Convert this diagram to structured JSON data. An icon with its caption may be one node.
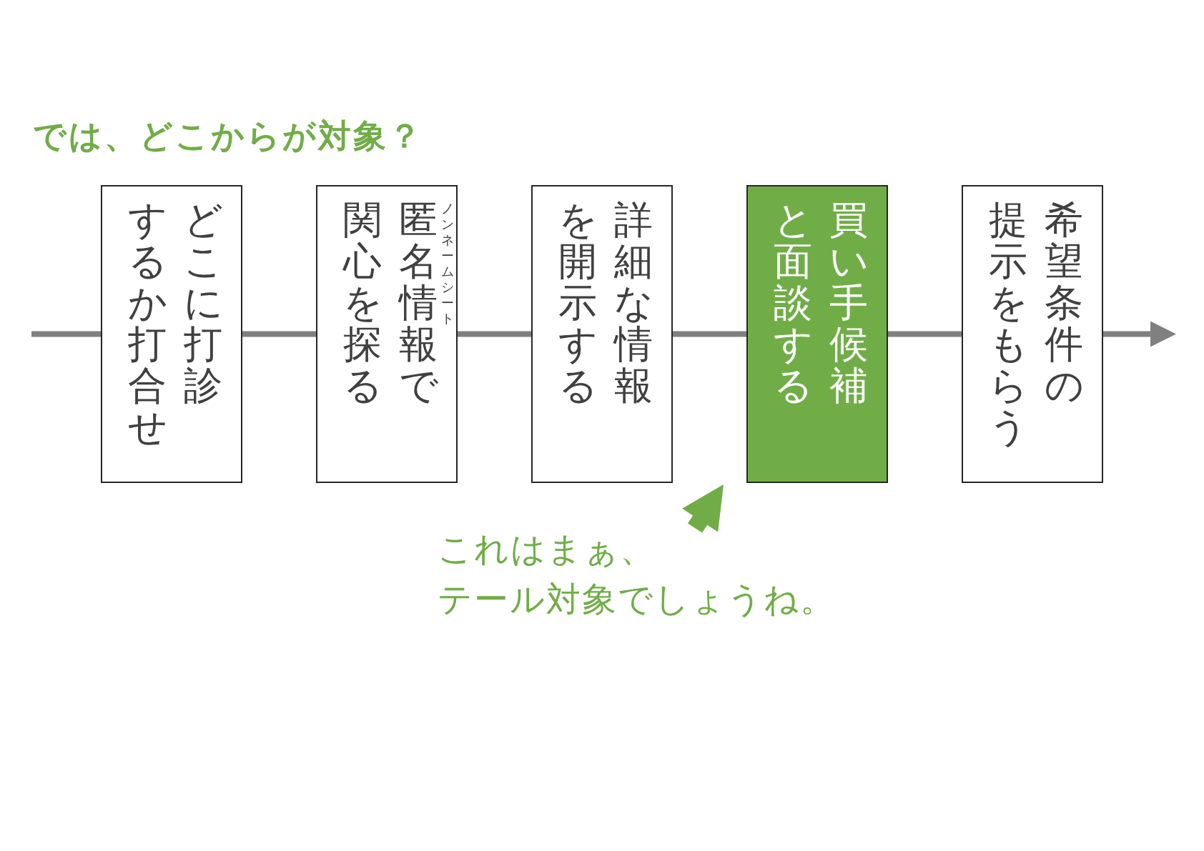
{
  "diagram": {
    "title": "では、どこからが対象？",
    "nodes": [
      {
        "text": [
          "どこに打診するか打合せ"
        ]
      },
      {
        "text": [
          "匿名情報で関心を探る",
          "ノンネームシート"
        ]
      },
      {
        "text": [
          "詳細な情報を開示する"
        ]
      },
      {
        "text": [
          "買い手候補と面談する"
        ]
      },
      {
        "text": [
          "希望条件の提示をもらう"
        ]
      },
      {
        "text": [
          "これはまぁ、テール対象でしょうね。"
        ]
      }
    ],
    "edges": [
      {
        "from": null,
        "to": 0,
        "arrow": "none"
      },
      {
        "from": 0,
        "to": 1,
        "arrow": "none"
      },
      {
        "from": 1,
        "to": 2,
        "arrow": "none"
      },
      {
        "from": 2,
        "to": 3,
        "arrow": "none"
      },
      {
        "from": 3,
        "to": 4,
        "arrow": "none"
      },
      {
        "from": 4,
        "to": null,
        "arrow": "to"
      },
      {
        "from": 5,
        "to": 3,
        "arrow": "to",
        "style": "thick",
        "color": "#70ad47"
      }
    ]
  }
}
